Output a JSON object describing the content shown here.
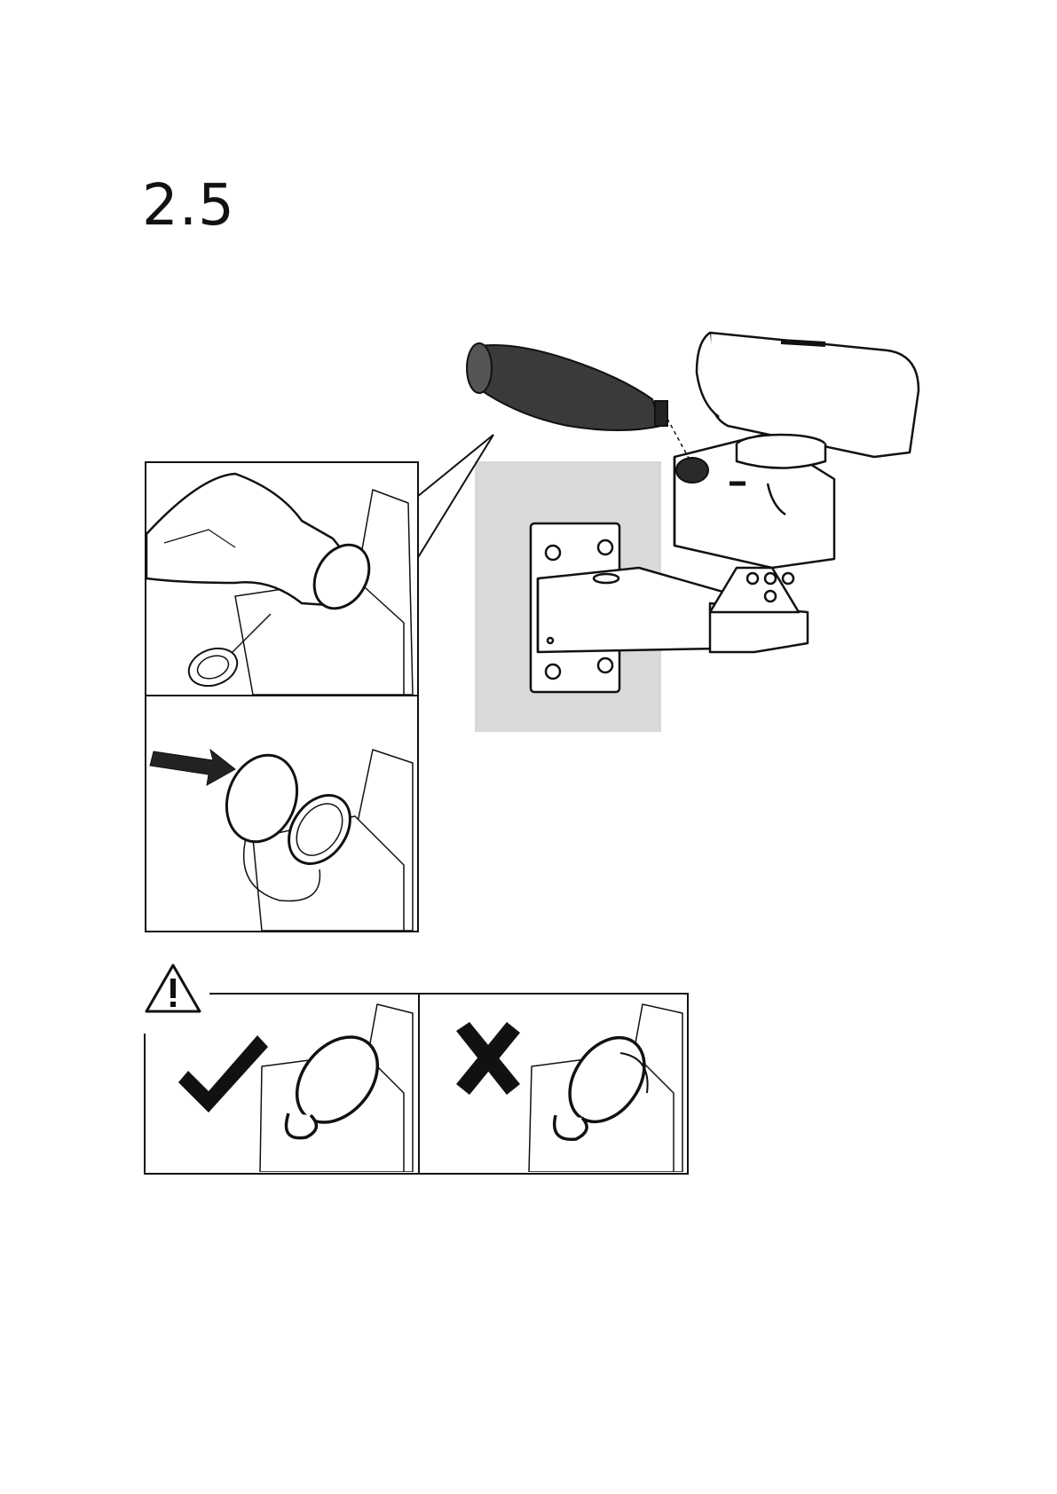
{
  "step": {
    "number": "2.5"
  },
  "illustration": {
    "main": "camera-wall-mount-with-desiccant-bottle",
    "detail_top": "bottle-inserted-into-port",
    "detail_bottom": "cap-pressed-onto-port"
  },
  "warning": {
    "icon": "warning-triangle-icon",
    "correct": {
      "icon": "checkmark-icon"
    },
    "incorrect": {
      "icon": "cross-icon"
    }
  },
  "colors": {
    "ink": "#111111",
    "wall": "#d9d9d9",
    "bottle": "#3a3a3a"
  }
}
